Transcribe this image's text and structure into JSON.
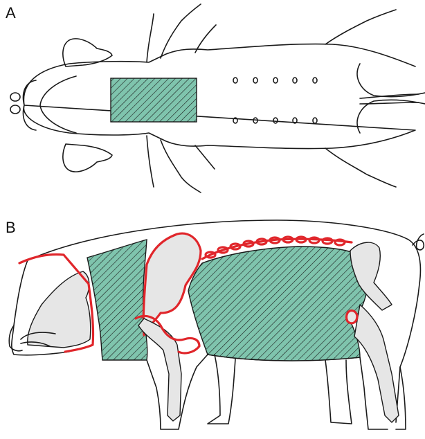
{
  "panels": [
    {
      "id": "A",
      "label": "A"
    },
    {
      "id": "B",
      "label": "B"
    }
  ],
  "colors": {
    "hatch_fill": "#7fc4ad",
    "highlight_outline": "#e0262b",
    "bone_fill": "#e6e6e6",
    "line": "#1a1a1a"
  }
}
